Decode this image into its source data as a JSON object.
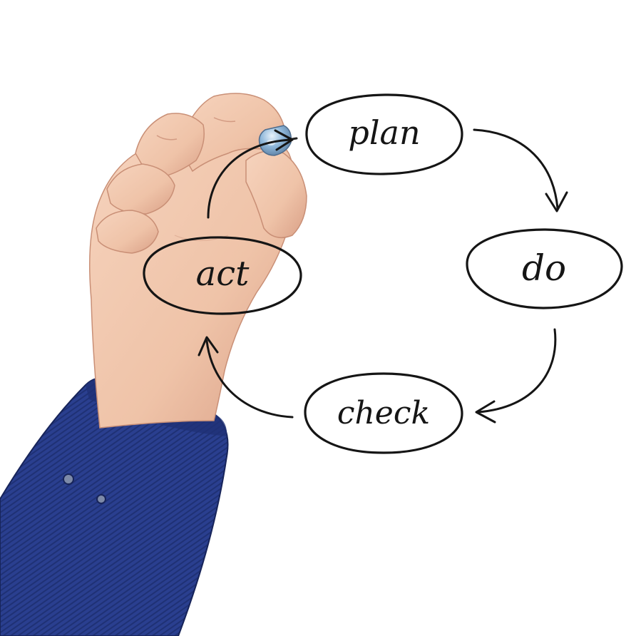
{
  "scene": {
    "background_color": "#ffffff",
    "ink_color": "#151515",
    "skin_color": "#efc3a8",
    "sleeve_color": "#2a3f8f",
    "marker_cap_color": "#8fb7d9"
  },
  "cycle": {
    "nodes": [
      {
        "id": "plan",
        "label": "plan"
      },
      {
        "id": "do",
        "label": "do"
      },
      {
        "id": "check",
        "label": "check"
      },
      {
        "id": "act",
        "label": "act"
      }
    ]
  }
}
